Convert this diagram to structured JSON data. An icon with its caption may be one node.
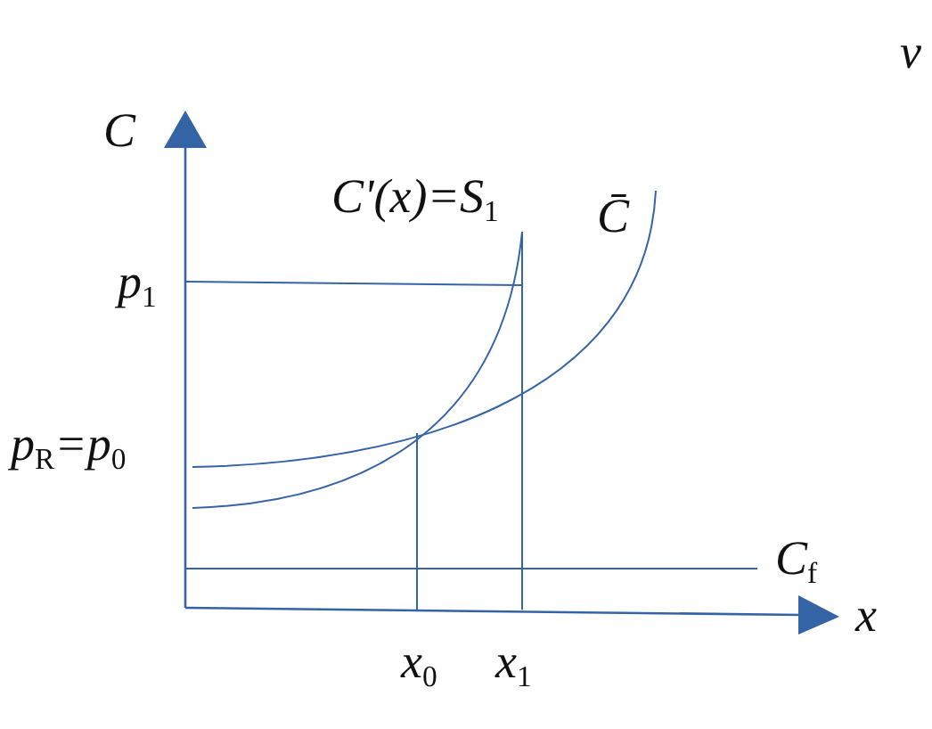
{
  "diagram": {
    "labels": [
      "v",
      "C",
      "C'(x)=S$_{1}$",
      "C̄",
      "p$_{1}$",
      "p$_{R}$=p$_{0}$",
      "C$_{f}$",
      "x",
      "x$_{0}$",
      "x$_{1}$"
    ]
  }
}
